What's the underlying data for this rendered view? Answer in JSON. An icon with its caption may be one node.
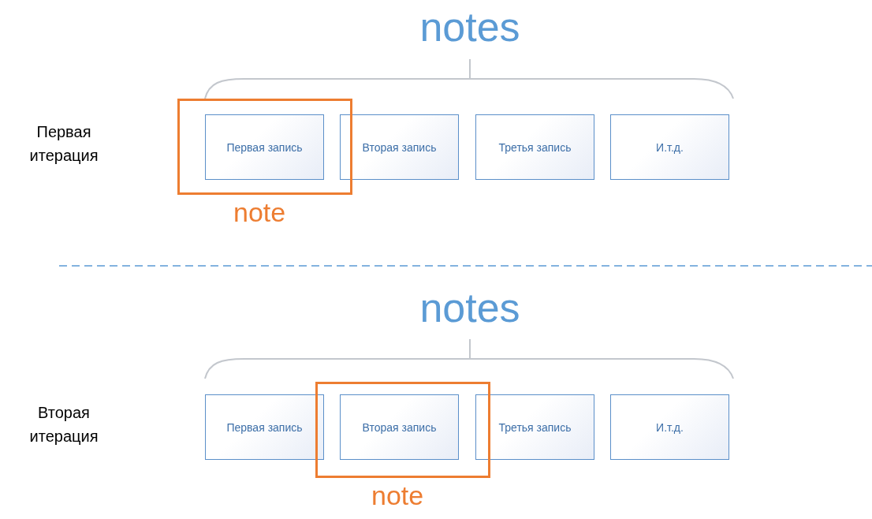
{
  "diagram": {
    "nodes": [
      {
        "text": [
          "note"
        ]
      },
      {
        "text": [
          "Первая запись"
        ],
        "in": 0
      },
      {
        "text": [
          "Вторая запись"
        ]
      },
      {
        "text": [
          "Третья запись"
        ]
      },
      {
        "text": [
          "И.т.д."
        ]
      },
      {
        "text": [
          "Первая запись"
        ]
      },
      {
        "text": [
          "note"
        ]
      },
      {
        "text": [
          "Вторая запись"
        ],
        "in": 6
      },
      {
        "text": [
          "Третья запись"
        ]
      },
      {
        "text": [
          "И.т.д."
        ]
      }
    ],
    "edges": [],
    "labels": [
      "notes",
      "Первая итерация",
      "notes",
      "Вторая итерация"
    ]
  }
}
